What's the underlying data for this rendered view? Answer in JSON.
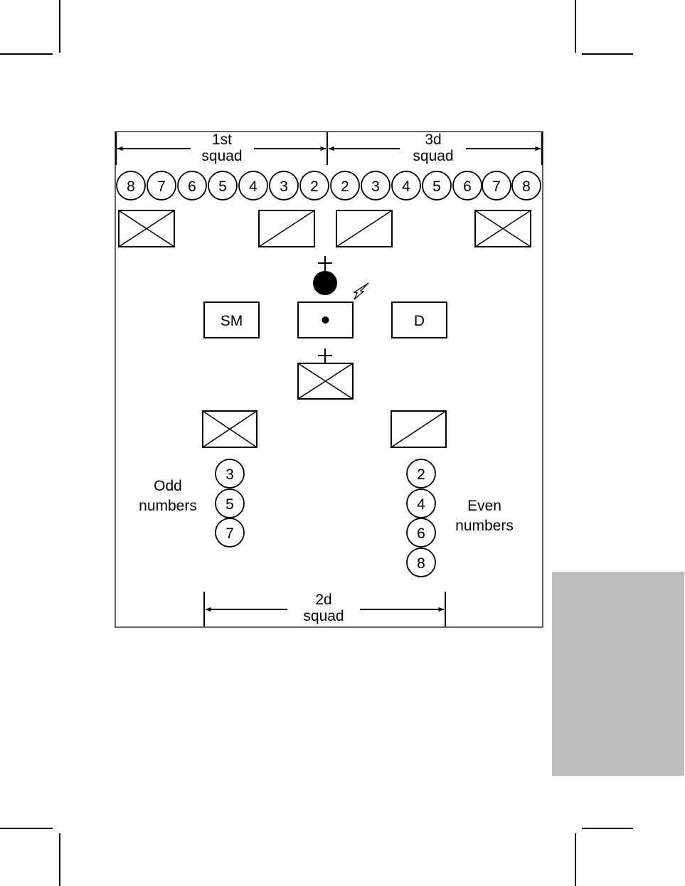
{
  "labels": {
    "first_squad": [
      "1st",
      "squad"
    ],
    "third_squad": [
      "3d",
      "squad"
    ],
    "second_squad": [
      "2d",
      "squad"
    ],
    "odd": [
      "Odd",
      "numbers"
    ],
    "even": [
      "Even",
      "numbers"
    ],
    "sm": "SM",
    "d": "D"
  },
  "top_row_numbers": [
    "8",
    "7",
    "6",
    "5",
    "4",
    "3",
    "2",
    "2",
    "3",
    "4",
    "5",
    "6",
    "7",
    "8"
  ],
  "left_column_numbers": [
    "3",
    "5",
    "7"
  ],
  "right_column_numbers": [
    "2",
    "4",
    "6",
    "8"
  ],
  "colors": {
    "ink": "#000000",
    "tab": "#bebebe"
  }
}
